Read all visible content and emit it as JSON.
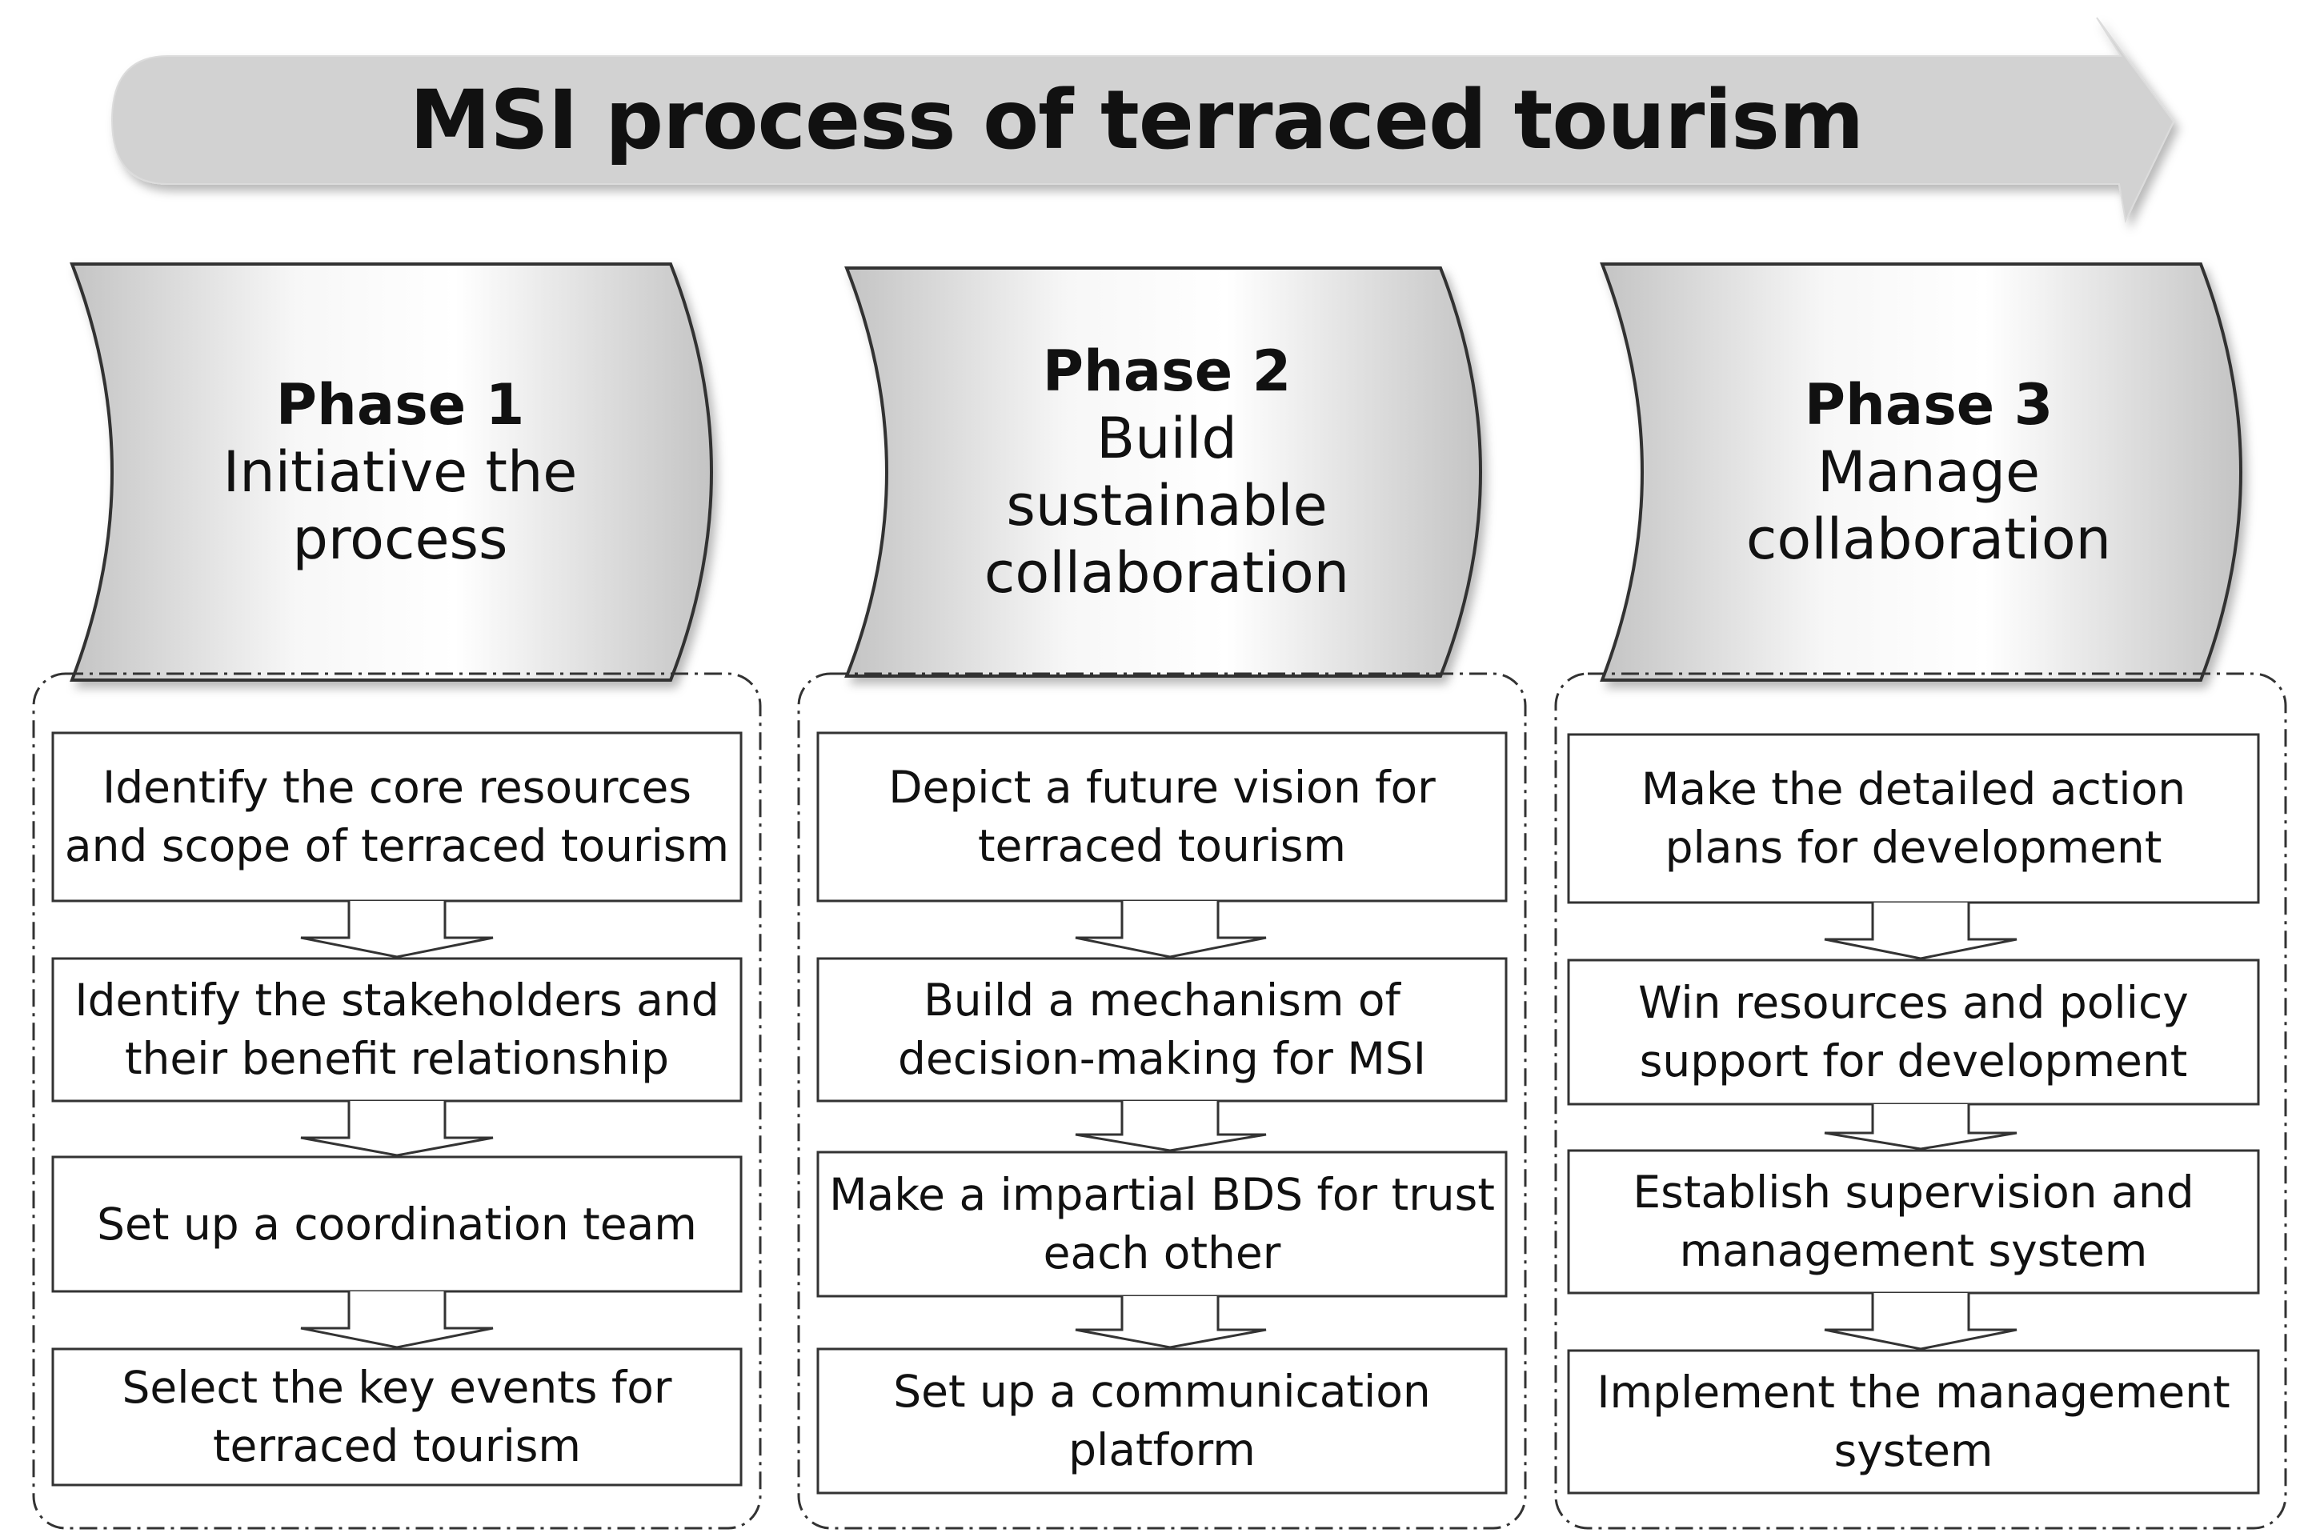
{
  "title": "MSI process of terraced tourism",
  "phases": [
    {
      "number": "Phase 1",
      "name_lines": [
        "Initiative the",
        "process"
      ],
      "steps": [
        "Identify the core resources and scope of terraced tourism",
        "Identify the stakeholders and their benefit relationship",
        "Set up a coordination team",
        "Select the key events for terraced tourism"
      ]
    },
    {
      "number": "Phase 2",
      "name_lines": [
        "Build",
        "sustainable",
        "collaboration"
      ],
      "steps": [
        "Depict a future vision for terraced tourism",
        "Build a mechanism of decision-making for MSI",
        "Make a impartial BDS for trust each other",
        "Set up a communication platform"
      ]
    },
    {
      "number": "Phase 3",
      "name_lines": [
        "Manage",
        "collaboration"
      ],
      "steps": [
        "Make the detailed action plans for development",
        "Win resources and policy support for development",
        "Establish supervision and management system",
        "Implement the management system"
      ]
    }
  ],
  "colors": {
    "banner_fill": "#d4d4d4",
    "header_fill_light": "#ffffff",
    "header_fill_dark": "#c8c8c8",
    "stroke": "#333333"
  }
}
